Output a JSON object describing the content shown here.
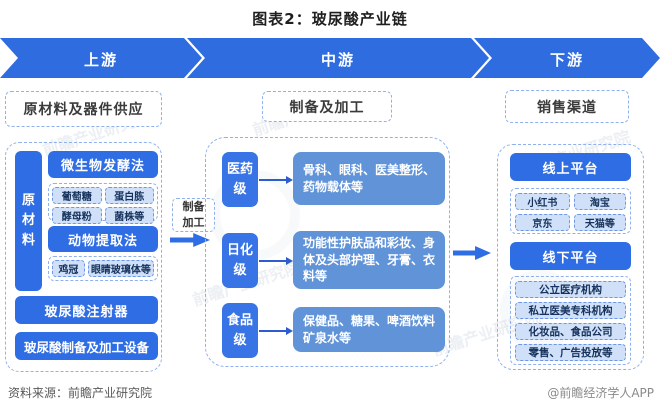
{
  "title": "图表2：玻尿酸产业链",
  "banners": {
    "upstream": "上游",
    "midstream": "中游",
    "downstream": "下游"
  },
  "upstream": {
    "header": "原材料及器件供应",
    "side_label": "原材料",
    "methods": [
      {
        "name": "微生物发酵法",
        "items": [
          "葡萄糖",
          "蛋白胨",
          "酵母粉",
          "菌株等"
        ]
      },
      {
        "name": "动物提取法",
        "items": [
          "鸡冠",
          "眼睛玻璃体等"
        ]
      }
    ],
    "devices": [
      "玻尿酸注射器",
      "玻尿酸制备及加工设备"
    ]
  },
  "process_arrow_label": "制备加工",
  "midstream": {
    "header": "制备及加工",
    "grades": [
      {
        "grade": "医药级",
        "applications": "骨科、眼科、医美整形、药物载体等"
      },
      {
        "grade": "日化级",
        "applications": "功能性护肤品和彩妆、身体及头部护理、牙膏、衣料等"
      },
      {
        "grade": "食品级",
        "applications": "保健品、糖果、啤酒饮料矿泉水等"
      }
    ]
  },
  "downstream": {
    "header": "销售渠道",
    "online": {
      "label": "线上平台",
      "platforms": [
        "小红书",
        "淘宝",
        "京东",
        "天猫等"
      ]
    },
    "offline": {
      "label": "线下平台",
      "channels": [
        "公立医疗机构",
        "私立医美专科机构",
        "化妆品、食品公司",
        "零售、广告投放等"
      ]
    }
  },
  "footer": {
    "source": "资料来源：前瞻产业研究院",
    "credit": "@前瞻经济学人APP"
  },
  "watermark_text": "前瞻产业研究院",
  "colors": {
    "primary_blue": "#2e6ce0",
    "grade_blue": "#3874e6",
    "content_blue": "#6093d8",
    "chip_fill": "#cfe0f8",
    "dashed_border": "#8fb0ee"
  }
}
